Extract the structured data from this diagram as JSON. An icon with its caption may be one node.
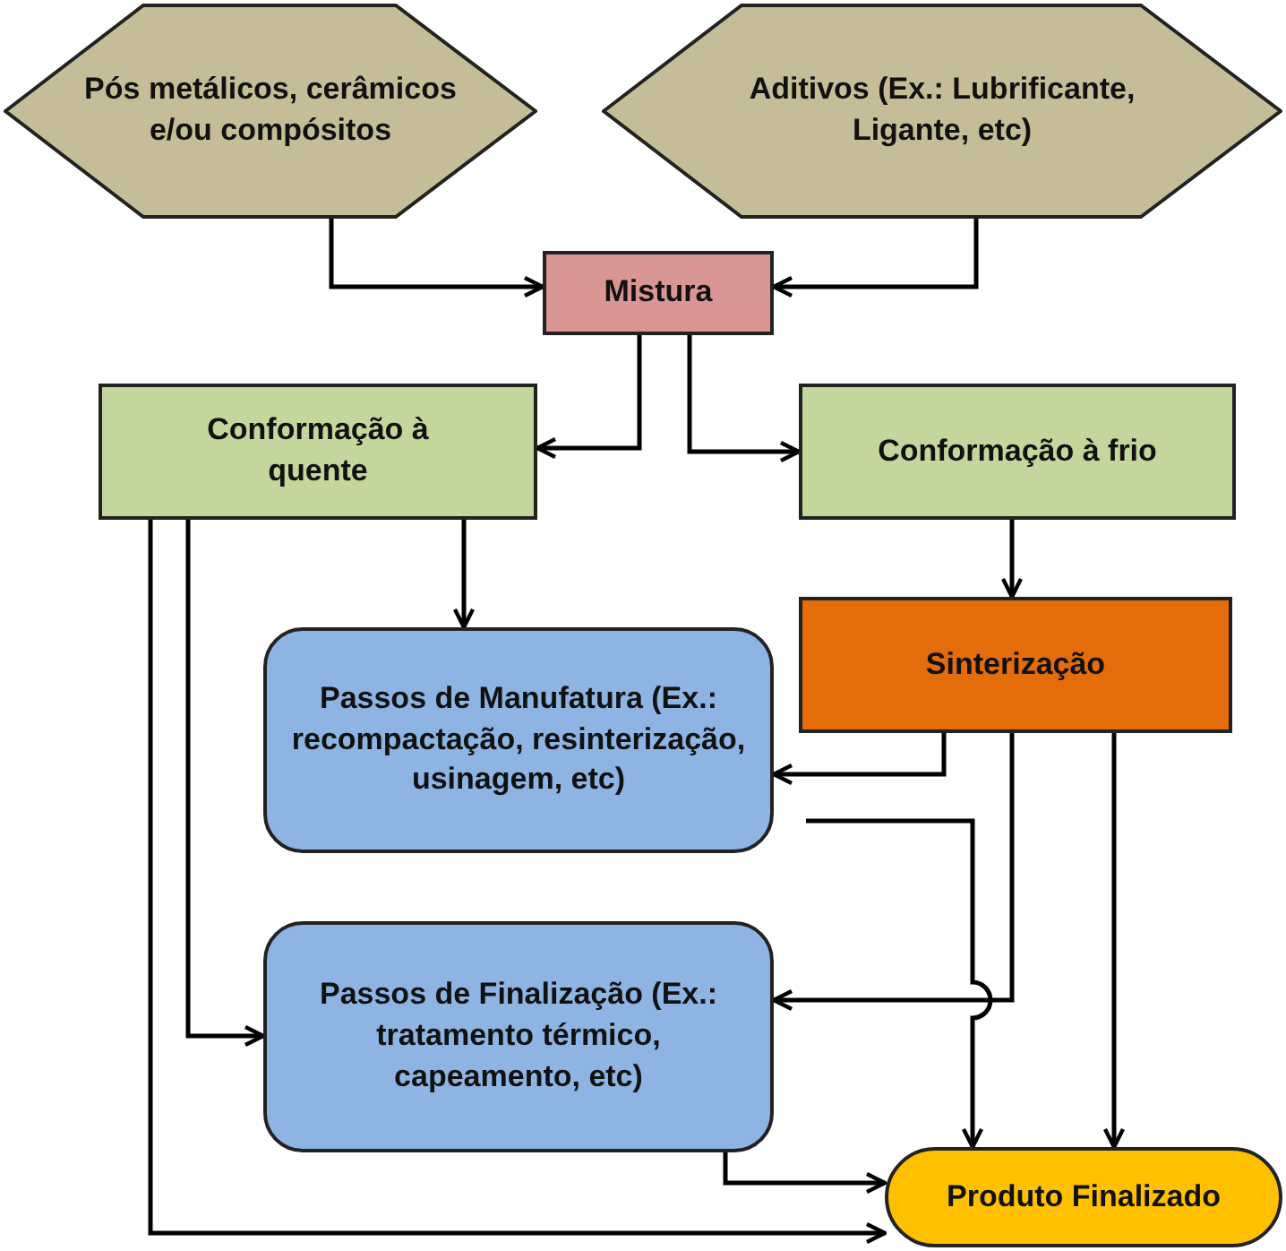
{
  "diagram": {
    "nodes": [
      {
        "text": [
          "Pós metálicos, cerâmicos e/ou compósitos"
        ]
      },
      {
        "text": [
          "Aditivos (Ex.: Lubrificante, Ligante, etc)"
        ]
      },
      {
        "text": [
          "Mistura"
        ]
      },
      {
        "text": [
          "Conformação à quente"
        ]
      },
      {
        "text": [
          "Conformação à frio"
        ]
      },
      {
        "text": [
          "Passos de Manufatura (Ex.: recompactação, resinterização, usinagem, etc)"
        ]
      },
      {
        "text": [
          "Sinterização"
        ]
      },
      {
        "text": [
          "Passos de Finalização (Ex.: tratamento térmico, capeamento,  etc)"
        ]
      },
      {
        "text": [
          "Produto Finalizado"
        ]
      }
    ],
    "edges": [
      {
        "from": 0,
        "to": 2,
        "arrow": "to"
      },
      {
        "from": 1,
        "to": 2,
        "arrow": "to"
      },
      {
        "from": 2,
        "to": 3,
        "arrow": "to"
      },
      {
        "from": 2,
        "to": 4,
        "arrow": "to"
      },
      {
        "from": 3,
        "to": 5,
        "arrow": "to"
      },
      {
        "from": 4,
        "to": 6,
        "arrow": "to"
      },
      {
        "from": 3,
        "to": 7,
        "arrow": "to"
      },
      {
        "from": 3,
        "to": 8,
        "arrow": "to"
      },
      {
        "from": 6,
        "to": 5,
        "arrow": "to"
      },
      {
        "from": 6,
        "to": 7,
        "arrow": "to"
      },
      {
        "from": 5,
        "to": 8,
        "arrow": "to"
      },
      {
        "from": 6,
        "to": 8,
        "arrow": "to"
      },
      {
        "from": 7,
        "to": 8,
        "arrow": "to"
      }
    ]
  }
}
